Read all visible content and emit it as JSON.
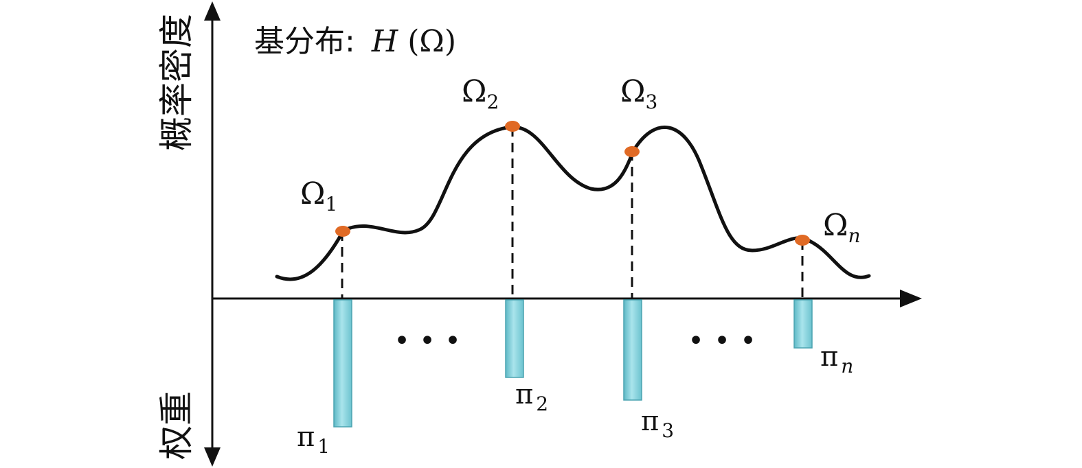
{
  "axes": {
    "y_upper_label": "概率密度",
    "y_lower_label": "权重"
  },
  "base_distribution": {
    "prefix": "基分布:",
    "func_name": "H",
    "argument": "(Ω)"
  },
  "atoms": [
    {
      "symbol": "Ω",
      "index": "1",
      "weight_symbol": "π",
      "weight_index": "1",
      "weight": 0.9
    },
    {
      "symbol": "Ω",
      "index": "2",
      "weight_symbol": "π",
      "weight_index": "2",
      "weight": 0.55
    },
    {
      "symbol": "Ω",
      "index": "3",
      "weight_symbol": "π",
      "weight_index": "3",
      "weight": 0.71
    },
    {
      "symbol": "Ω",
      "index": "n",
      "weight_symbol": "π",
      "weight_index": "n",
      "weight": 0.34
    }
  ],
  "ellipsis": [
    "•",
    "•",
    "•"
  ],
  "colors": {
    "curve": "#111111",
    "atom_point": "#e06a25",
    "bar_fill": "#7fccd6",
    "bar_edge": "#4aa3b0"
  }
}
